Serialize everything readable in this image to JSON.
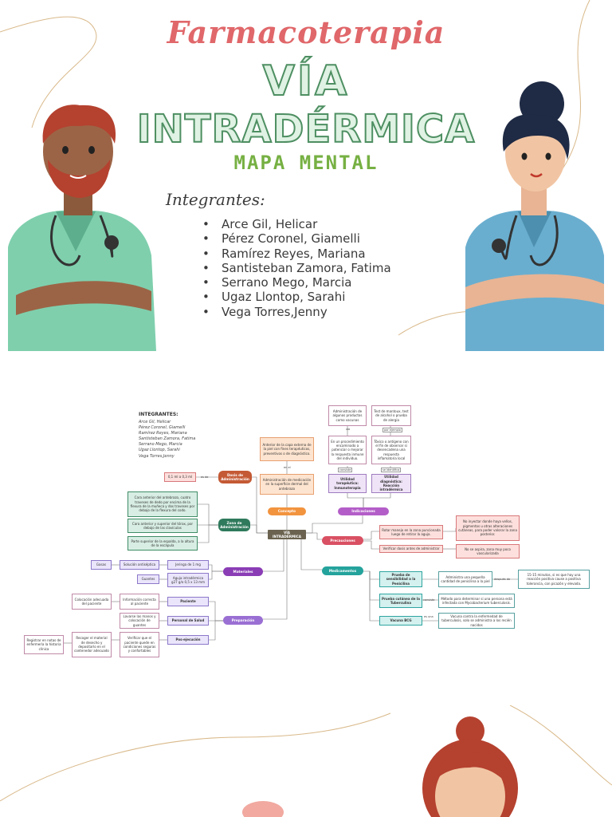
{
  "cover": {
    "subject": "Farmacoterapia",
    "title_line1": "VÍA",
    "title_line2": "INTRADÉRMICA",
    "subtitle": "MAPA MENTAL",
    "members_heading": "Integrantes:",
    "members": [
      "Arce Gil, Helicar",
      "Pérez Coronel, Giamelli",
      "Ramírez Reyes, Mariana",
      "Santisteban Zamora, Fatima",
      "Serrano Mego, Marcia",
      "Ugaz Llontop, Sarahi",
      "Vega Torres,Jenny"
    ]
  },
  "mindmap": {
    "integrantes_title": "INTEGRANTES:",
    "integrantes": [
      "Arce Gil, Helicar",
      "Pérez Coronel, Giamelli",
      "Ramírez Reyes, Mariana",
      "Santisteban Zamora, Fatima",
      "Serrano Mego, Marcia",
      "Ugaz Llontop, Sarahi",
      "Vega Torres,Jenny"
    ],
    "center": "VÍA INTRADÉRMICA",
    "concepto": {
      "label": "Concepto",
      "text": "Administración de medicación en la superficie dermal del antebrazo",
      "connector": "en el",
      "upper": "Anterior de la capa externa de la piel con fines terapéuticos, preventivos o de diagnóstico."
    },
    "dosis": {
      "label": "Dosis de Administración",
      "value": "0,1 ml a 0,3 ml",
      "connector": "es de"
    },
    "zona": {
      "label": "Zona de Administración",
      "items": [
        "Cara anterior del antebrazo, cuatro traveses de dedo por encima de la flexura de la muñeca y dos traveses por debajo de la flexura del codo.",
        "Cara anterior y superior del tórax, por debajo de las clavículas",
        "Parte superior de la espalda, a la altura de la escápula"
      ]
    },
    "indicaciones": {
      "label": "Indicaciones",
      "utilidad_terapeutica": "Utilidad terapéutica: Inmunoterapia",
      "utilidad_diagnostica": "Utilidad diagnóstica: Reacción intradérmica",
      "conector_consiste": "consiste",
      "conector_se_identifica": "se identifica",
      "terap_text": "En un procedimiento encaminado a potenciar o mejorar la respuesta inmune del individuo.",
      "diag_text": "Tóxico o antígeno con el fin de observar si desencadena una respuesta inflamatoria local",
      "mediante": "Administración de algunos productos como vacunas",
      "test": "Test de mantoux, test de alcohol o prueba de alergia",
      "conector_via": "vía",
      "conector_por_ejemplo": "por ejemplo"
    },
    "precauciones": {
      "label": "Precauciones",
      "item1": "Rotar manejo en la zona puncionada luego de retirar la aguja.",
      "item1_detail": "No inyectar donde haya vellos, pigmentos u otras alteraciones cutáneas, para poder valorar la zona posterior.",
      "item2": "Verificar dosis antes de administrar",
      "item2_detail": "No se aspira, zona muy poco vascularizada"
    },
    "medicamentos": {
      "label": "Medicamentos",
      "items": [
        {
          "name": "Prueba de sensibilidad a la Penicilina",
          "detail": "Administra una pequeña cantidad de penicilina a la piel",
          "connector": "después de",
          "extra": "15-15 minutos, si es que hay una reacción positiva cause a positiva tolerancia, con picazón y elevada."
        },
        {
          "name": "Prueba cutánea de la Tuberculina",
          "detail": "Método para determinar si una persona está infectada con Mycobacterium tuberculosis.",
          "connector": "consiste"
        },
        {
          "name": "Vacuna BCG",
          "detail": "Vacuna contra la enfermedad de tuberculosis, solo se administra a los recién nacidos",
          "connector": "es una"
        }
      ]
    },
    "materiales": {
      "label": "Materiales",
      "jeringa": "Jeringa de 1 mg",
      "aguja": "Aguja intradérmica g27 g/o 0,5 x 13 mm",
      "solucion": "Solución antiséptica",
      "gasas": "Gasas",
      "guantes": "Guantes"
    },
    "preparacion": {
      "label": "Preparación",
      "paciente": "Paciente",
      "personal": "Personal de Salud",
      "postejecucion": "Pos-ejecución",
      "info": "Información correcta al paciente",
      "colocacion": "Colocación adecuada del paciente",
      "lavarse": "Lavarse las manos y colocación de guantes",
      "verificar": "Verificar que el paciente quede en condiciones seguras y confortables",
      "recoger": "Recoger el material de desecho y depositarlo en el contenedor adecuado",
      "registro": "Registrar en notas de enfermería la historia clínica"
    }
  }
}
